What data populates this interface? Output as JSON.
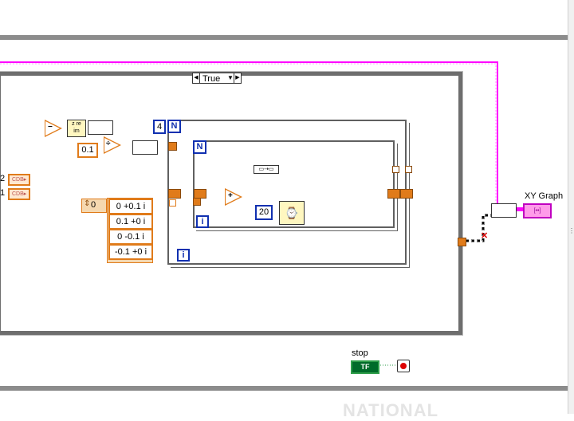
{
  "case_selector": {
    "value": "True",
    "left_arrow": "◀",
    "right_arrow": "▼▶"
  },
  "inputs": {
    "control_2": {
      "index": "2",
      "tag": "CDB▸"
    },
    "control_1": {
      "index": "1",
      "tag": "CDB▸"
    }
  },
  "constants": {
    "divide_const": "0.1",
    "outer_n": "4",
    "wait_ms": "20",
    "array_index": "0",
    "array_values": [
      "0 +0.1 i",
      "0.1 +0 i",
      "0 -0.1 i",
      "-0.1 +0 i"
    ]
  },
  "loop_terminals": {
    "outer_N": "N",
    "outer_i": "i",
    "inner_N": "N",
    "inner_i": "i"
  },
  "operators": {
    "subtract": "−",
    "divide": "÷",
    "add": "+"
  },
  "labels": {
    "xy_graph": "XY Graph",
    "stop": "stop",
    "stop_terminal": "TF"
  },
  "indicator": {
    "xy_graph_tag": "[••]"
  },
  "colors": {
    "orange_wire": "#e07b1a",
    "pink_wire": "#ff00ff",
    "blue_terminal": "#1030b0",
    "case_border": "#6e6e6e",
    "stop_green": "#006b2a"
  },
  "watermark": "NATIONAL"
}
